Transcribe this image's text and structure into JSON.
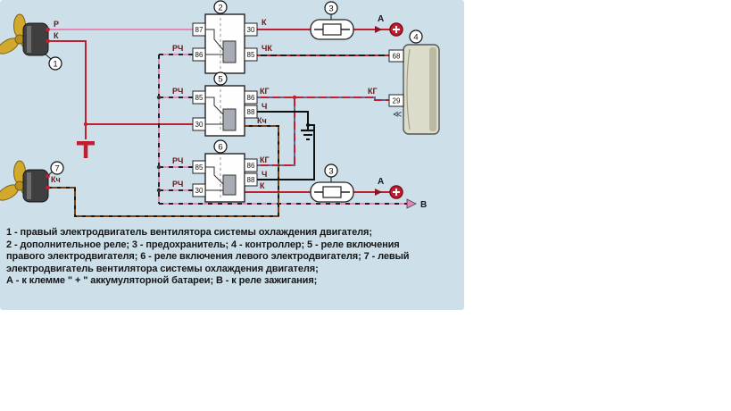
{
  "colors": {
    "panel_bg": "#cddfe9",
    "wire_red": "#c01f2f",
    "wire_pink": "#e687b8",
    "wire_black": "#1a1a1a",
    "wire_brown": "#7a4012",
    "wire_blue_stripe": "#3a7fbf",
    "terminal_plus_red": "#c01f2f",
    "controller_gray": "#dcdccb",
    "fan_yellow": "#d2a92c"
  },
  "components": {
    "fan_right_num": "1",
    "relay_aux_num": "2",
    "fuse_top_num": "3",
    "controller_num": "4",
    "relay_right_num": "5",
    "relay_left_num": "6",
    "fuse_bottom_num": "3",
    "fan_left_num": "7"
  },
  "pins": {
    "relay2_87": "87",
    "relay2_30": "30",
    "relay2_86": "86",
    "relay2_85": "85",
    "relay5_85": "85",
    "relay5_30": "30",
    "relay5_86": "86",
    "relay5_88": "88",
    "relay6_85": "85",
    "relay6_30": "30",
    "relay6_86": "86",
    "relay6_88": "88",
    "ctrl_68": "68",
    "ctrl_29": "29"
  },
  "wire_labels": {
    "fan1_p": "Р",
    "fan1_k": "К",
    "relay2_rch": "РЧ",
    "relay2_k": "К",
    "relay2_chk": "ЧК",
    "relay5_rch": "РЧ",
    "relay5_kg": "КГ",
    "relay5_ch": "Ч",
    "relay5_kch": "Кч",
    "ctrl_kg": "КГ",
    "ctrl_mark": "≪",
    "relay6_rch85": "РЧ",
    "relay6_rch30": "РЧ",
    "relay6_kg": "КГ",
    "relay6_ch": "Ч",
    "relay6_k": "К",
    "fan7_kch": "Кч"
  },
  "terminals": {
    "a_top": "А",
    "a_bottom": "А",
    "b": "В"
  },
  "legend": {
    "lines": [
      "1 - правый электродвигатель вентилятора системы охлаждения двигателя;",
      "2 - дополнительное реле; 3 - предохранитель; 4 - контроллер; 5 - реле включения",
      "правого электродвигателя; 6 - реле включения левого электродвигателя; 7 - левый",
      "электродвигатель вентилятора системы охлаждения двигателя;",
      "А - к клемме \" + \" аккумуляторной батареи; В - к реле зажигания;"
    ]
  }
}
